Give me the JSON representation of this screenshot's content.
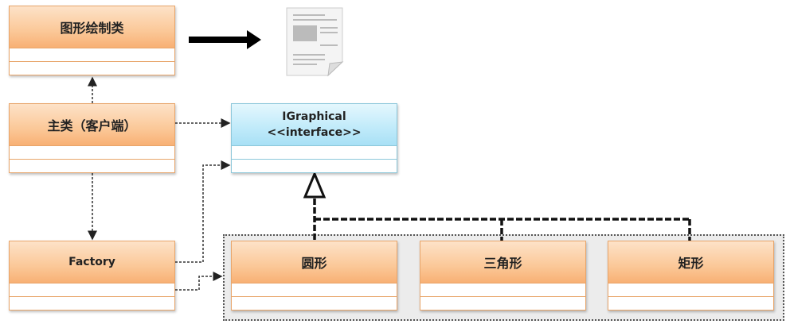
{
  "classes": {
    "drawer": "图形绘制类",
    "client": "主类（客户端）",
    "factory": "Factory",
    "interface_name": "IGraphical",
    "interface_stereotype": "<<interface>>",
    "circle": "圆形",
    "triangle": "三角形",
    "rectangle": "矩形"
  }
}
